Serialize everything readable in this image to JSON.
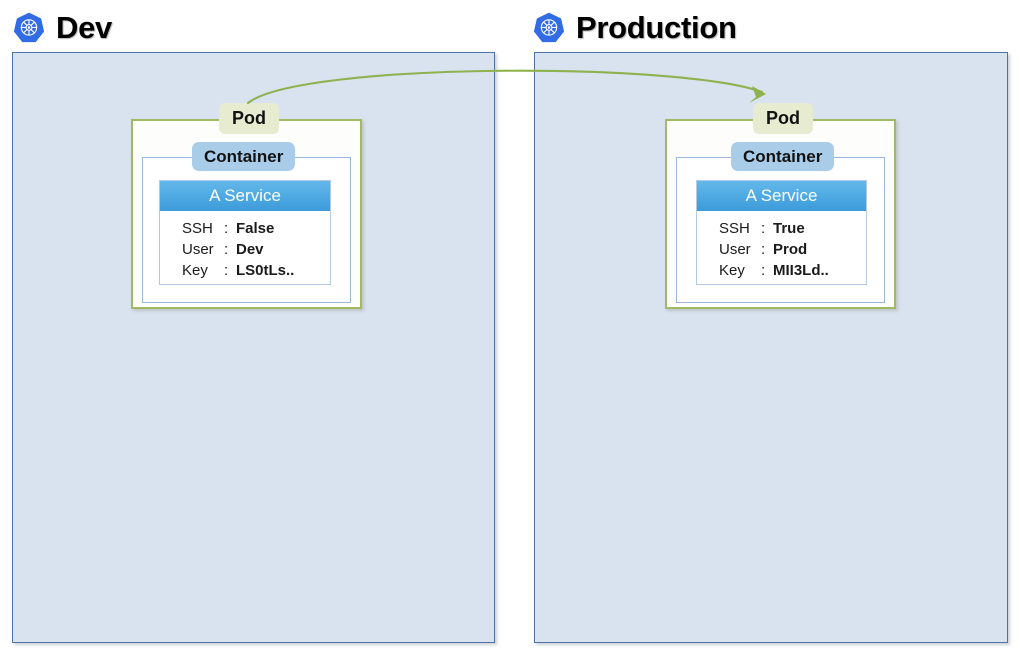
{
  "diagram": {
    "title": "Kubernetes Dev to Production service promotion",
    "colors": {
      "panel_fill": "#d9e2ef",
      "panel_border": "#4f73a4",
      "pod_border": "#a2b964",
      "pod_chip_fill": "#e7ecd1",
      "container_border": "#9bb7d9",
      "container_chip_fill": "#a9cce9",
      "service_header_top": "#63b8ea",
      "service_header_bottom": "#3d9bd9",
      "arrow": "#8db24e",
      "k8s_blue": "#326ce5"
    }
  },
  "environments": [
    {
      "id": "dev",
      "title": "Dev",
      "logo_icon": "kubernetes-icon",
      "pod_label": "Pod",
      "container_label": "Container",
      "service": {
        "name": "A Service",
        "properties": [
          {
            "key": "SSH",
            "separator": ":",
            "value": "False"
          },
          {
            "key": "User",
            "separator": ":",
            "value": "Dev"
          },
          {
            "key": "Key",
            "separator": ":",
            "value": "LS0tLs.."
          }
        ]
      }
    },
    {
      "id": "prod",
      "title": "Production",
      "logo_icon": "kubernetes-icon",
      "pod_label": "Pod",
      "container_label": "Container",
      "service": {
        "name": "A Service",
        "properties": [
          {
            "key": "SSH",
            "separator": ":",
            "value": "True"
          },
          {
            "key": "User",
            "separator": ":",
            "value": "Prod"
          },
          {
            "key": "Key",
            "separator": ":",
            "value": "MII3Ld.."
          }
        ]
      }
    }
  ],
  "connector": {
    "name": "dev-to-prod-arrow",
    "from": "dev-pod",
    "to": "prod-pod",
    "style": "curved-arrow",
    "color": "#8db24e"
  }
}
